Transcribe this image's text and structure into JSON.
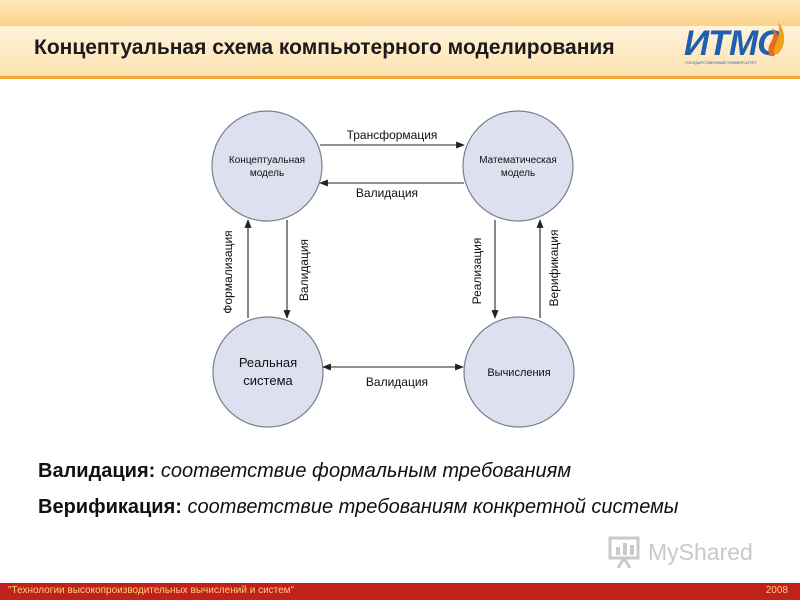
{
  "header": {
    "title": "Концептуальная схема компьютерного моделирования",
    "logo_text": "ИТМО",
    "logo_subtext": "ГОСУДАРСТВЕННЫЙ УНИВЕРСИТЕТ"
  },
  "diagram": {
    "nodes": {
      "conceptual": [
        "Концептуальная",
        "модель"
      ],
      "mathematical": [
        "Математическая",
        "модель"
      ],
      "real": [
        "Реальная",
        "система"
      ],
      "computation": [
        "Вычисления"
      ]
    },
    "edges": {
      "transformation": "Трансформация",
      "validation_top": "Валидация",
      "formalization": "Формализация",
      "validation_left": "Валидация",
      "realization": "Реализация",
      "verification": "Верификация",
      "validation_bottom": "Валидация"
    }
  },
  "definitions": [
    {
      "term": "Валидация:",
      "text": "соответствие формальным требованиям"
    },
    {
      "term": "Верификация:",
      "text": "соответствие требованиям конкретной системы"
    }
  ],
  "watermark": {
    "text": "MyShared"
  },
  "footer": {
    "text": "\"Технологии высокопроизводительных вычислений и систем\"",
    "year": "2008"
  },
  "colors": {
    "header_accent": "#f3a53a",
    "node_fill": "#dde1ef",
    "footer_bg": "#c0211a",
    "logo_blue": "#1f5fb0"
  }
}
